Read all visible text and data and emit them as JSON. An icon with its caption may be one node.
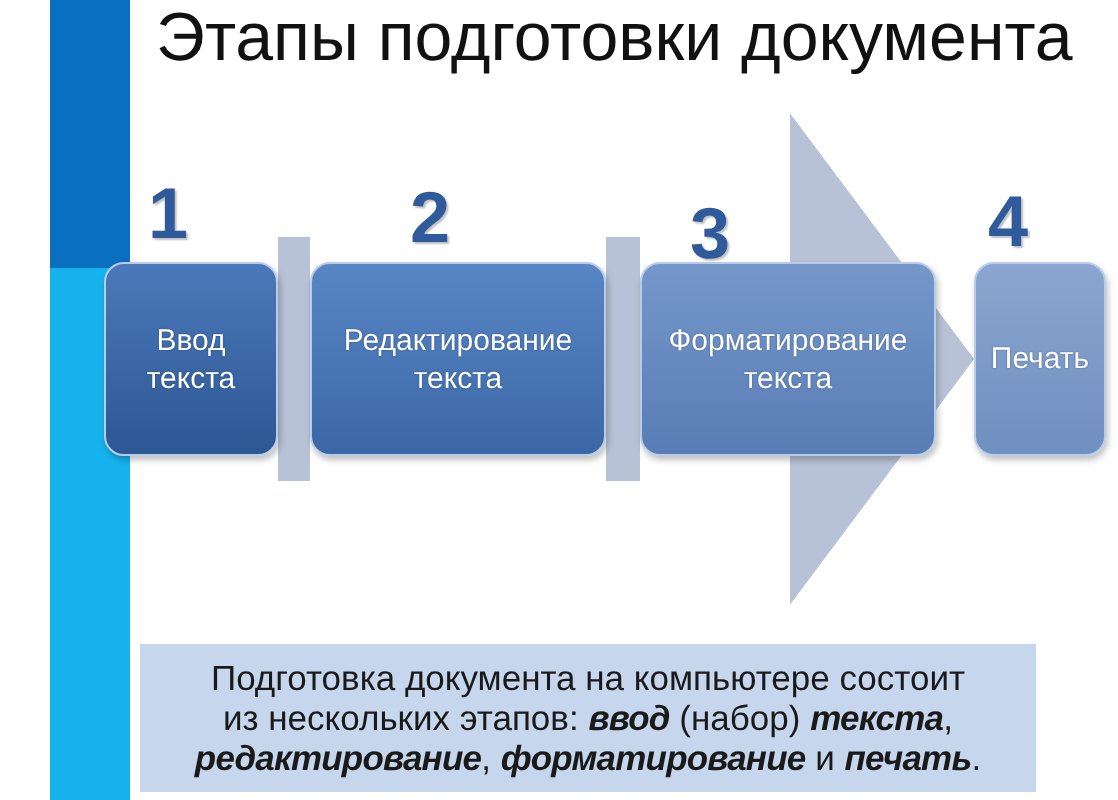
{
  "diagram": {
    "title": "Этапы подготовки документа",
    "nodes": [
      {
        "text": [
          "Ввод текста"
        ],
        "beside": [
          "1"
        ]
      },
      {
        "text": [
          "Редактирование текста"
        ],
        "beside": [
          "2"
        ]
      },
      {
        "text": [
          "Форматирование текста"
        ],
        "beside": [
          "3"
        ]
      },
      {
        "text": [
          "Печать"
        ],
        "beside": [
          "4"
        ]
      },
      {
        "text": [
          "Подготовка документа на компьютере состоит из нескольких этапов: **ввод** (набор) **текста**, **редактирование**, **форматирование** и **печать**."
        ]
      }
    ],
    "edges": [
      {
        "from": 0,
        "to": 1,
        "arrow": "none"
      },
      {
        "from": 1,
        "to": 2,
        "arrow": "none"
      },
      {
        "from": 2,
        "to": 3,
        "arrow": "to"
      }
    ]
  }
}
